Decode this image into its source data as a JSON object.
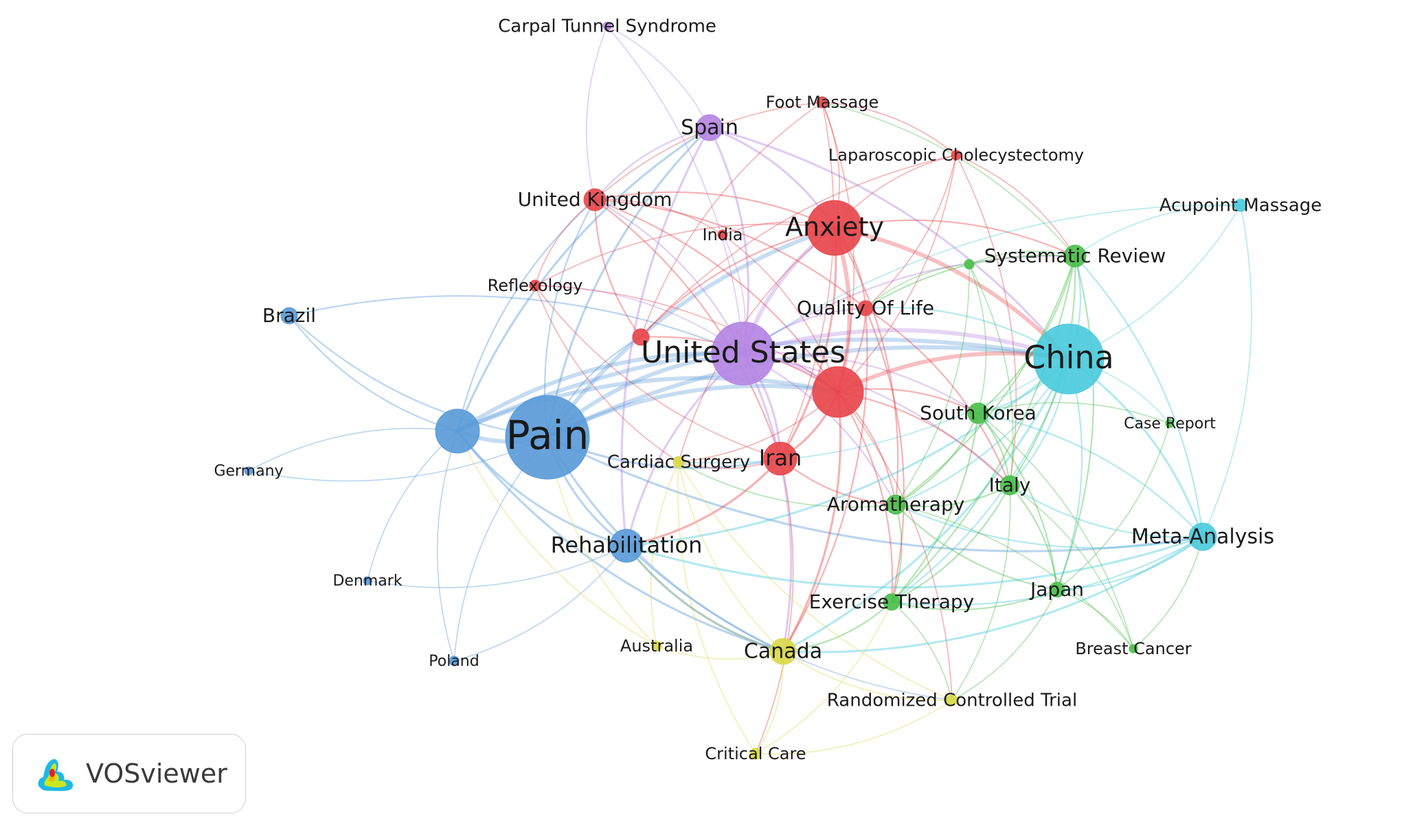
{
  "colors": {
    "red": "#e8474c",
    "blue": "#5b9bd8",
    "purple": "#b486e3",
    "cyan": "#4ccbdc",
    "green": "#4cbf4c",
    "yellow": "#d9d94a"
  },
  "nodes": [
    {
      "id": "pain",
      "label": "Pain",
      "color": "blue"
    },
    {
      "id": "blue_hub",
      "label": "",
      "color": "blue"
    },
    {
      "id": "brazil",
      "label": "Brazil",
      "color": "blue"
    },
    {
      "id": "germany",
      "label": "Germany",
      "color": "blue"
    },
    {
      "id": "denmark",
      "label": "Denmark",
      "color": "blue"
    },
    {
      "id": "poland",
      "label": "Poland",
      "color": "blue"
    },
    {
      "id": "rehabilitation",
      "label": "Rehabilitation",
      "color": "blue"
    },
    {
      "id": "united_states",
      "label": "United States",
      "color": "purple"
    },
    {
      "id": "spain",
      "label": "Spain",
      "color": "purple"
    },
    {
      "id": "carpal",
      "label": "Carpal Tunnel Syndrome",
      "color": "purple"
    },
    {
      "id": "anxiety",
      "label": "Anxiety",
      "color": "red"
    },
    {
      "id": "red_hub",
      "label": "",
      "color": "red"
    },
    {
      "id": "iran",
      "label": "Iran",
      "color": "red"
    },
    {
      "id": "uk",
      "label": "United Kingdom",
      "color": "red"
    },
    {
      "id": "india",
      "label": "India",
      "color": "red"
    },
    {
      "id": "reflexology",
      "label": "Reflexology",
      "color": "red"
    },
    {
      "id": "foot_massage",
      "label": "Foot Massage",
      "color": "red"
    },
    {
      "id": "lap_chole",
      "label": "Laparoscopic Cholecystectomy",
      "color": "red"
    },
    {
      "id": "qol",
      "label": "Quality Of Life",
      "color": "red"
    },
    {
      "id": "red_small",
      "label": "",
      "color": "red"
    },
    {
      "id": "china",
      "label": "China",
      "color": "cyan"
    },
    {
      "id": "acupoint",
      "label": "Acupoint Massage",
      "color": "cyan"
    },
    {
      "id": "meta",
      "label": "Meta-Analysis",
      "color": "cyan"
    },
    {
      "id": "sys_review",
      "label": "Systematic Review",
      "color": "green"
    },
    {
      "id": "green_small",
      "label": "",
      "color": "green"
    },
    {
      "id": "south_korea",
      "label": "South Korea",
      "color": "green"
    },
    {
      "id": "case_report",
      "label": "Case Report",
      "color": "green"
    },
    {
      "id": "italy",
      "label": "Italy",
      "color": "green"
    },
    {
      "id": "aromatherapy",
      "label": "Aromatherapy",
      "color": "green"
    },
    {
      "id": "exercise",
      "label": "Exercise Therapy",
      "color": "green"
    },
    {
      "id": "japan",
      "label": "Japan",
      "color": "green"
    },
    {
      "id": "breast",
      "label": "Breast Cancer",
      "color": "green"
    },
    {
      "id": "cardiac",
      "label": "Cardiac Surgery",
      "color": "yellow"
    },
    {
      "id": "canada",
      "label": "Canada",
      "color": "yellow"
    },
    {
      "id": "australia",
      "label": "Australia",
      "color": "yellow"
    },
    {
      "id": "rct",
      "label": "Randomized Controlled Trial",
      "color": "yellow"
    },
    {
      "id": "critical",
      "label": "Critical Care",
      "color": "yellow"
    }
  ],
  "links": [
    [
      "pain",
      "united_states"
    ],
    [
      "pain",
      "blue_hub"
    ],
    [
      "pain",
      "rehabilitation"
    ],
    [
      "pain",
      "brazil"
    ],
    [
      "pain",
      "china"
    ],
    [
      "pain",
      "anxiety"
    ],
    [
      "pain",
      "red_hub"
    ],
    [
      "pain",
      "iran"
    ],
    [
      "pain",
      "spain"
    ],
    [
      "pain",
      "uk"
    ],
    [
      "pain",
      "poland"
    ],
    [
      "pain",
      "canada"
    ],
    [
      "pain",
      "red_small"
    ],
    [
      "pain",
      "meta"
    ],
    [
      "blue_hub",
      "brazil"
    ],
    [
      "blue_hub",
      "germany"
    ],
    [
      "blue_hub",
      "denmark"
    ],
    [
      "blue_hub",
      "poland"
    ],
    [
      "blue_hub",
      "united_states"
    ],
    [
      "blue_hub",
      "rehabilitation"
    ],
    [
      "blue_hub",
      "uk"
    ],
    [
      "blue_hub",
      "china"
    ],
    [
      "blue_hub",
      "red_hub"
    ],
    [
      "blue_hub",
      "spain"
    ],
    [
      "blue_hub",
      "canada"
    ],
    [
      "germany",
      "pain"
    ],
    [
      "denmark",
      "rehabilitation"
    ],
    [
      "poland",
      "rehabilitation"
    ],
    [
      "brazil",
      "united_states"
    ],
    [
      "united_states",
      "china"
    ],
    [
      "united_states",
      "spain"
    ],
    [
      "united_states",
      "anxiety"
    ],
    [
      "united_states",
      "red_hub"
    ],
    [
      "united_states",
      "uk"
    ],
    [
      "united_states",
      "iran"
    ],
    [
      "united_states",
      "rehabilitation"
    ],
    [
      "united_states",
      "canada"
    ],
    [
      "united_states",
      "qol"
    ],
    [
      "united_states",
      "sys_review"
    ],
    [
      "united_states",
      "south_korea"
    ],
    [
      "united_states",
      "italy"
    ],
    [
      "united_states",
      "aromatherapy"
    ],
    [
      "united_states",
      "reflexology"
    ],
    [
      "united_states",
      "india"
    ],
    [
      "spain",
      "carpal"
    ],
    [
      "spain",
      "uk"
    ],
    [
      "spain",
      "anxiety"
    ],
    [
      "spain",
      "china"
    ],
    [
      "spain",
      "rehabilitation"
    ],
    [
      "carpal",
      "uk"
    ],
    [
      "carpal",
      "united_states"
    ],
    [
      "anxiety",
      "red_hub"
    ],
    [
      "anxiety",
      "qol"
    ],
    [
      "anxiety",
      "foot_massage"
    ],
    [
      "anxiety",
      "uk"
    ],
    [
      "anxiety",
      "india"
    ],
    [
      "anxiety",
      "iran"
    ],
    [
      "anxiety",
      "china"
    ],
    [
      "anxiety",
      "aromatherapy"
    ],
    [
      "anxiety",
      "sys_review"
    ],
    [
      "anxiety",
      "cardiac"
    ],
    [
      "anxiety",
      "reflexology"
    ],
    [
      "anxiety",
      "red_small"
    ],
    [
      "anxiety",
      "lap_chole"
    ],
    [
      "red_hub",
      "iran"
    ],
    [
      "red_hub",
      "qol"
    ],
    [
      "red_hub",
      "reflexology"
    ],
    [
      "red_hub",
      "uk"
    ],
    [
      "red_hub",
      "aromatherapy"
    ],
    [
      "red_hub",
      "china"
    ],
    [
      "red_hub",
      "south_korea"
    ],
    [
      "red_hub",
      "cardiac"
    ],
    [
      "red_hub",
      "canada"
    ],
    [
      "red_hub",
      "lap_chole"
    ],
    [
      "red_hub",
      "italy"
    ],
    [
      "red_hub",
      "red_small"
    ],
    [
      "red_hub",
      "foot_massage"
    ],
    [
      "red_hub",
      "exercise"
    ],
    [
      "red_hub",
      "rct"
    ],
    [
      "iran",
      "reflexology"
    ],
    [
      "iran",
      "uk"
    ],
    [
      "iran",
      "cardiac"
    ],
    [
      "iran",
      "aromatherapy"
    ],
    [
      "iran",
      "critical"
    ],
    [
      "iran",
      "foot_massage"
    ],
    [
      "iran",
      "rehabilitation"
    ],
    [
      "uk",
      "foot_massage"
    ],
    [
      "uk",
      "reflexology"
    ],
    [
      "uk",
      "india"
    ],
    [
      "uk",
      "red_small"
    ],
    [
      "uk",
      "qol"
    ],
    [
      "foot_massage",
      "lap_chole"
    ],
    [
      "foot_massage",
      "red_small"
    ],
    [
      "lap_chole",
      "sys_review"
    ],
    [
      "lap_chole",
      "qol"
    ],
    [
      "lap_chole",
      "italy"
    ],
    [
      "lap_chole",
      "red_small"
    ],
    [
      "china",
      "acupoint"
    ],
    [
      "china",
      "meta"
    ],
    [
      "china",
      "sys_review"
    ],
    [
      "china",
      "south_korea"
    ],
    [
      "china",
      "italy"
    ],
    [
      "china",
      "rehabilitation"
    ],
    [
      "china",
      "aromatherapy"
    ],
    [
      "china",
      "case_report"
    ],
    [
      "china",
      "japan"
    ],
    [
      "china",
      "exercise"
    ],
    [
      "china",
      "qol"
    ],
    [
      "china",
      "cardiac"
    ],
    [
      "china",
      "canada"
    ],
    [
      "acupoint",
      "sys_review"
    ],
    [
      "acupoint",
      "united_states"
    ],
    [
      "acupoint",
      "meta"
    ],
    [
      "meta",
      "sys_review"
    ],
    [
      "meta",
      "italy"
    ],
    [
      "meta",
      "japan"
    ],
    [
      "meta",
      "rehabilitation"
    ],
    [
      "meta",
      "exercise"
    ],
    [
      "meta",
      "aromatherapy"
    ],
    [
      "meta",
      "canada"
    ],
    [
      "meta",
      "south_korea"
    ],
    [
      "sys_review",
      "green_small"
    ],
    [
      "sys_review",
      "italy"
    ],
    [
      "sys_review",
      "south_korea"
    ],
    [
      "sys_review",
      "aromatherapy"
    ],
    [
      "sys_review",
      "exercise"
    ],
    [
      "sys_review",
      "qol"
    ],
    [
      "sys_review",
      "japan"
    ],
    [
      "sys_review",
      "foot_massage"
    ],
    [
      "green_small",
      "south_korea"
    ],
    [
      "green_small",
      "aromatherapy"
    ],
    [
      "green_small",
      "italy"
    ],
    [
      "green_small",
      "qol"
    ],
    [
      "south_korea",
      "italy"
    ],
    [
      "south_korea",
      "aromatherapy"
    ],
    [
      "south_korea",
      "exercise"
    ],
    [
      "south_korea",
      "japan"
    ],
    [
      "south_korea",
      "case_report"
    ],
    [
      "south_korea",
      "breast"
    ],
    [
      "italy",
      "aromatherapy"
    ],
    [
      "italy",
      "exercise"
    ],
    [
      "italy",
      "japan"
    ],
    [
      "italy",
      "breast"
    ],
    [
      "italy",
      "rct"
    ],
    [
      "aromatherapy",
      "exercise"
    ],
    [
      "aromatherapy",
      "japan"
    ],
    [
      "aromatherapy",
      "cardiac"
    ],
    [
      "aromatherapy",
      "breast"
    ],
    [
      "exercise",
      "japan"
    ],
    [
      "exercise",
      "rct"
    ],
    [
      "exercise",
      "canada"
    ],
    [
      "japan",
      "breast"
    ],
    [
      "japan",
      "rct"
    ],
    [
      "case_report",
      "japan"
    ],
    [
      "breast",
      "meta"
    ],
    [
      "cardiac",
      "canada"
    ],
    [
      "cardiac",
      "critical"
    ],
    [
      "cardiac",
      "rct"
    ],
    [
      "cardiac",
      "australia"
    ],
    [
      "canada",
      "critical"
    ],
    [
      "canada",
      "rct"
    ],
    [
      "canada",
      "australia"
    ],
    [
      "canada",
      "rehabilitation"
    ],
    [
      "rct",
      "critical"
    ],
    [
      "australia",
      "blue_hub"
    ],
    [
      "australia",
      "pain"
    ],
    [
      "rehabilitation",
      "canada"
    ],
    [
      "rehabilitation",
      "rct"
    ],
    [
      "critical",
      "exercise"
    ],
    [
      "qol",
      "exercise"
    ],
    [
      "qol",
      "canada"
    ],
    [
      "qol",
      "italy"
    ],
    [
      "india",
      "red_hub"
    ],
    [
      "reflexology",
      "cardiac"
    ]
  ],
  "logo": {
    "text": "VOSviewer",
    "icon": "vosviewer-density-icon"
  }
}
